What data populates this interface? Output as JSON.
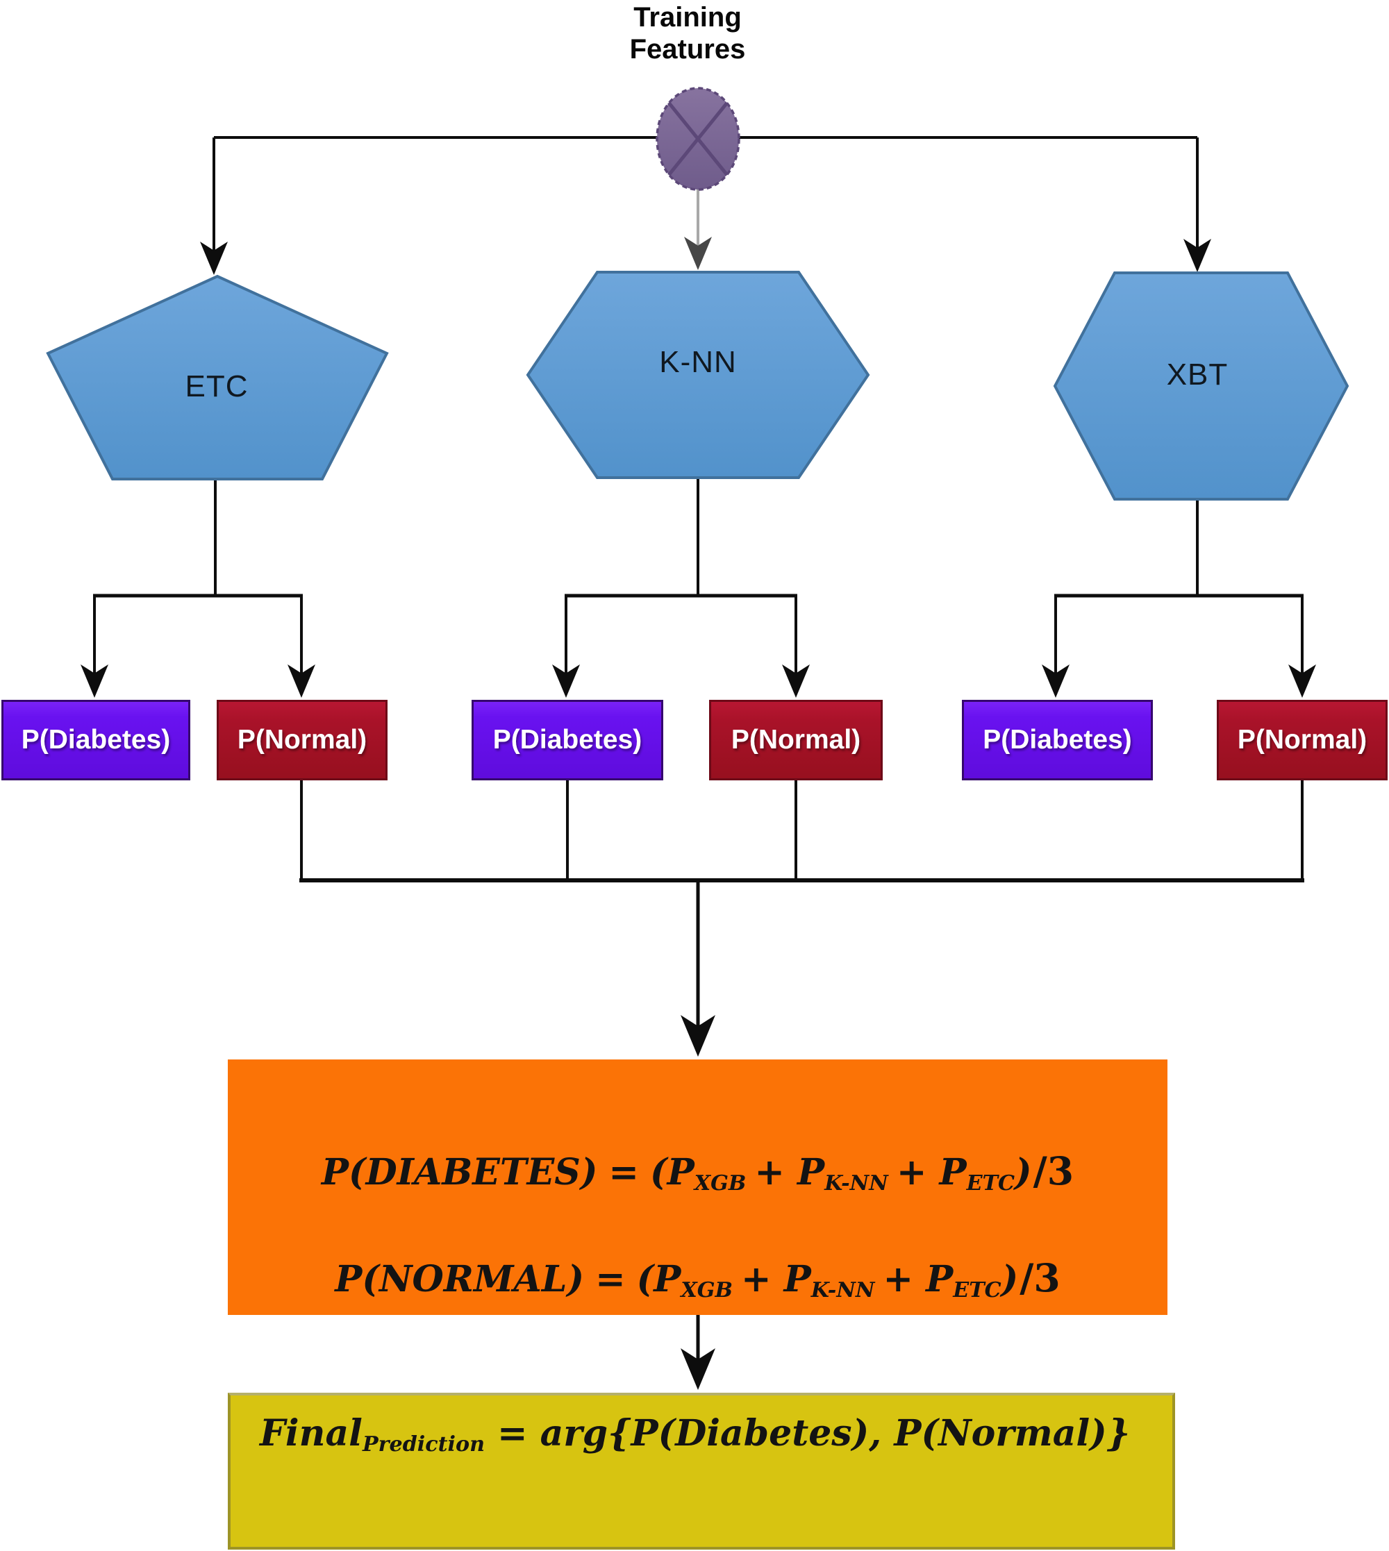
{
  "title": {
    "line1": "Training",
    "line2": "Features"
  },
  "models": {
    "etc": "ETC",
    "knn": "K-NN",
    "xbt": "XBT"
  },
  "prob_boxes": [
    {
      "model": "ETC",
      "label": "P(Diabetes)",
      "type": "diabetes"
    },
    {
      "model": "ETC",
      "label": "P(Normal)",
      "type": "normal"
    },
    {
      "model": "K-NN",
      "label": "P(Diabetes)",
      "type": "diabetes"
    },
    {
      "model": "K-NN",
      "label": "P(Normal)",
      "type": "normal"
    },
    {
      "model": "XBT",
      "label": "P(Diabetes)",
      "type": "diabetes"
    },
    {
      "model": "XBT",
      "label": "P(Normal)",
      "type": "normal"
    }
  ],
  "ensemble": {
    "line1": {
      "lhs": "P(DIABETES)",
      "eq": "=",
      "open": "(P",
      "sub1": "XGB",
      "plus1": "+ P",
      "sub2": "K-NN",
      "plus2": "+ P",
      "sub3": "ETC",
      "close": ")",
      "divisor": "/3"
    },
    "line2": {
      "lhs": "P(NORMAL)",
      "eq": "=",
      "open": "(P",
      "sub1": "XGB",
      "plus1": "+ P",
      "sub2": "K-NN",
      "plus2": "+ P",
      "sub3": "ETC",
      "close": ")",
      "divisor": "/3"
    }
  },
  "final": {
    "base": "Final",
    "sub": "Prediction",
    "eq": "=",
    "rhs": "arg{P(Diabetes), P(Normal)}"
  },
  "colors": {
    "model_shape_fill": "#5B9BD5",
    "model_shape_border": "#41719C",
    "junction_fill": "#7C6A99",
    "junction_border": "#5C4878",
    "diabetes_box": "#6912F0",
    "normal_box": "#A91229",
    "ensemble_box": "#FB7306",
    "final_box": "#D7C411",
    "connector": "#0D0D0D",
    "gray_connector": "#A8A8A8"
  }
}
